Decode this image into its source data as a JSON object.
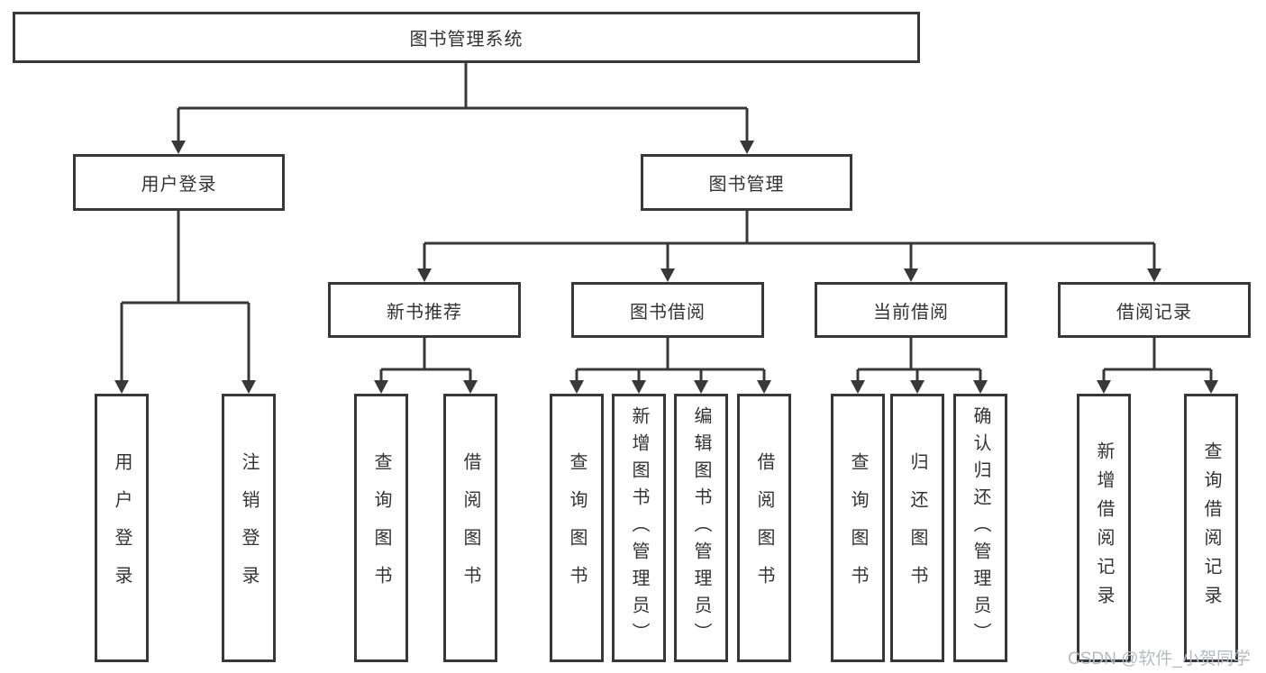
{
  "diagram": {
    "title": "图书管理系统",
    "tree": {
      "label": "图书管理系统",
      "children": [
        {
          "label": "用户登录",
          "children": [
            {
              "label": "用户登录"
            },
            {
              "label": "注销登录"
            }
          ]
        },
        {
          "label": "图书管理",
          "children": [
            {
              "label": "新书推荐",
              "children": [
                {
                  "label": "查询图书"
                },
                {
                  "label": "借阅图书"
                }
              ]
            },
            {
              "label": "图书借阅",
              "children": [
                {
                  "label": "查询图书"
                },
                {
                  "label": "新增图书（管理员）"
                },
                {
                  "label": "编辑图书（管理员）"
                },
                {
                  "label": "借阅图书"
                }
              ]
            },
            {
              "label": "当前借阅",
              "children": [
                {
                  "label": "查询图书"
                },
                {
                  "label": "归还图书"
                },
                {
                  "label": "确认归还（管理员）"
                }
              ]
            },
            {
              "label": "借阅记录",
              "children": [
                {
                  "label": "新增借阅记录"
                },
                {
                  "label": "查询借阅记录"
                }
              ]
            }
          ]
        }
      ]
    },
    "watermark": "CSDN @软件_小贺同学",
    "colors": {
      "line": "#383838",
      "text": "#333333",
      "watermark": "#b6bac0",
      "background": "#ffffff"
    }
  }
}
